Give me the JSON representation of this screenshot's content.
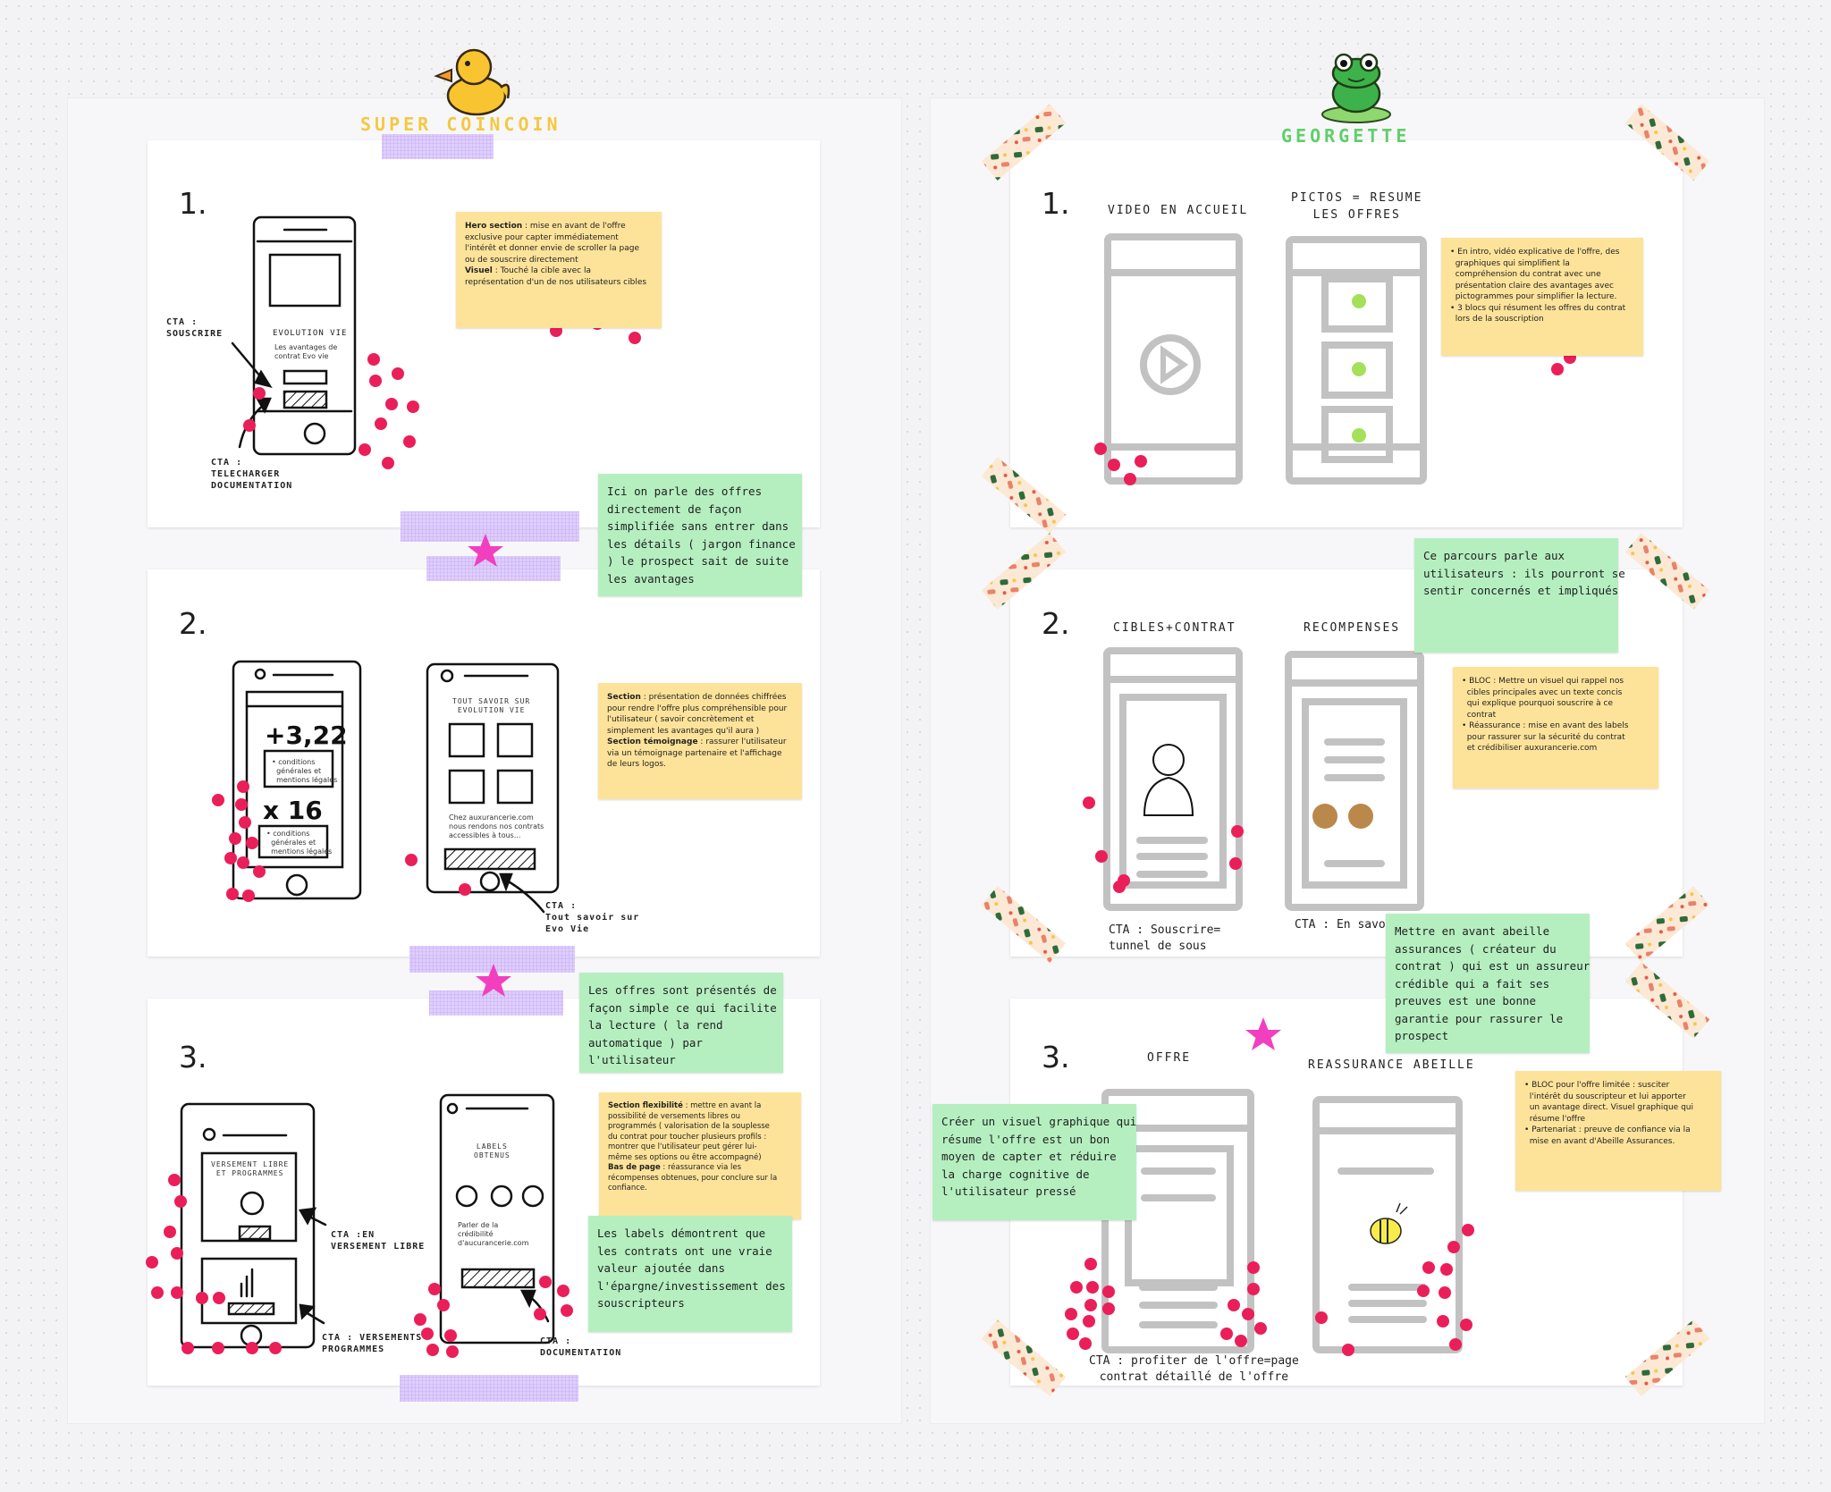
{
  "colors": {
    "dot": "#ea1f5a",
    "star": "#f23fc0",
    "sticky_yellow": "#fde39a",
    "sticky_green": "#b5efc0",
    "sketch_grey": "#c2c2c2",
    "washi_purple": "#cfb6f7"
  },
  "left_board": {
    "title": "SUPER COINCOIN",
    "title_color": "#f5c842",
    "mascot": "duck-icon",
    "section1": {
      "number": "1.",
      "phone_label": "EVOLUTION VIE",
      "phone_desc": "Les avantages de\ncontrat Evo vie",
      "cta_souscrire": "CTA :\nSOUSCRIRE",
      "cta_telecharger": "CTA :\nTELECHARGER\nDOCUMENTATION",
      "note_yellow": {
        "h1": "Hero section",
        "t1": " : mise en avant de l'offre\nexclusive pour capter immédiatement\nl'intérêt et donner envie de scroller la page\nou de souscrire directement",
        "h2": "Visuel",
        "t2": " : Touché la cible avec la\nreprésentation d'un de nos utilisateurs cibles"
      },
      "note_green": "Ici on parle des offres\ndirectement de façon\nsimplifiée sans entrer dans\nles détails ( jargon finance\n) le prospect sait de suite\nles avantages"
    },
    "section2": {
      "number": "2.",
      "stat1": "+3,22",
      "stat1_caption": "• conditions\n  générales et\n  mentions légales",
      "stat2": "x 16",
      "stat2_caption": "• conditions\n  générales et\n  mentions légales",
      "phone2_title": "TOUT SAVOIR SUR\nEVOLUTION VIE",
      "phone2_desc": "Chez auxurancerie.com\nnous rendons nos contrats\naccessibles à tous...",
      "cta": "CTA :\nTout savoir sur\nEvo Vie",
      "note_yellow": {
        "h1": "Section",
        "t1": " : présentation de données chiffrées\npour rendre l'offre plus compréhensible pour\nl'utilisateur ( savoir concrètement et\nsimplement les avantages qu'il aura )",
        "h2": "Section témoignage",
        "t2": " : rassurer l'utilisateur\nvia un témoignage partenaire et l'affichage\nde leurs logos."
      }
    },
    "section3": {
      "number": "3.",
      "phone1_title": "VERSEMENT LIBRE\nET PROGRAMMES",
      "cta_libre": "CTA :EN\nVERSEMENT LIBRE",
      "cta_programmes": "CTA : VERSEMENTS\nPROGRAMMES",
      "phone2_title": "LABELS\nOBTENUS",
      "phone2_desc": "Parler de la\ncrédibilité\nd'aucurancerie.com",
      "cta_doc": "CTA :\nDOCUMENTATION",
      "note_green_top": "Les offres sont présentés de\nfaçon simple ce qui facilite\nla lecture ( la rend\nautomatique ) par\nl'utilisateur",
      "note_yellow": {
        "h1": "Section flexibilité",
        "t1": " : mettre en avant la\npossibilité de versements libres ou\nprogrammés ( valorisation de la souplesse\ndu contrat pour toucher plusieurs profils :\nmontrer que l'utilisateur peut gérer lui-\nmême ses options ou être accompagné)",
        "h2": "Bas de page",
        "t2": " : réassurance via les\nrécompenses obtenues, pour conclure sur la\nconfiance."
      },
      "note_green_bottom": "Les labels démontrent que\nles contrats ont une vraie\nvaleur ajoutée dans\nl'épargne/investissement des\nsouscripteurs"
    }
  },
  "right_board": {
    "title": "GEORGETTE",
    "title_color": "#5fcf6a",
    "mascot": "frog-icon",
    "section1": {
      "number": "1.",
      "label_left": "VIDEO EN ACCUEIL",
      "label_right": "PICTOS = RESUME\nLES OFFRES",
      "note_yellow": "• En intro, vidéo explicative de l'offre, des\n  graphiques qui simplifient la\n  compréhension du contrat avec une\n  présentation claire des avantages avec\n  pictogrammes pour simplifier la lecture.\n• 3 blocs qui résument les offres du contrat\n  lors de la souscription"
    },
    "section2": {
      "number": "2.",
      "label_left": "CIBLES+CONTRAT",
      "label_right": "RECOMPENSES",
      "cta_left": "CTA : Souscrire=\ntunnel de sous",
      "cta_right": "CTA : En savo",
      "note_green_top": "Ce parcours parle aux\nutilisateurs : ils pourront se\nsentir concernés et impliqués",
      "note_yellow": "• BLOC : Mettre un visuel qui rappel nos\n  cibles principales avec un texte concis\n  qui explique pourquoi souscrire à ce\n  contrat\n• Réassurance : mise en avant des labels\n  pour rassurer sur la sécurité du contrat\n  et crédibiliser auxurancerie.com",
      "note_green_bottom": "Mettre en avant abeille\nassurances ( créateur du\ncontrat ) qui est un assureur\ncrédible qui a fait ses\npreuves est une bonne\ngarantie pour rassurer le\nprospect"
    },
    "section3": {
      "number": "3.",
      "label_left": "OFFRE",
      "label_right": "REASSURANCE ABEILLE",
      "cta": "CTA : profiter de l'offre=page\ncontrat détaillé de l'offre",
      "note_green": "Créer un visuel graphique qui\nrésume l'offre est un bon\nmoyen de capter et réduire\nla charge cognitive de\nl'utilisateur pressé",
      "note_yellow": "• BLOC pour l'offre limitée : susciter\n  l'intérêt du souscripteur et lui apporter\n  un avantage direct. Visuel graphique qui\n  résume l'offre\n• Partenariat : preuve de confiance via la\n  mise en avant d'Abeille Assurances."
    }
  }
}
